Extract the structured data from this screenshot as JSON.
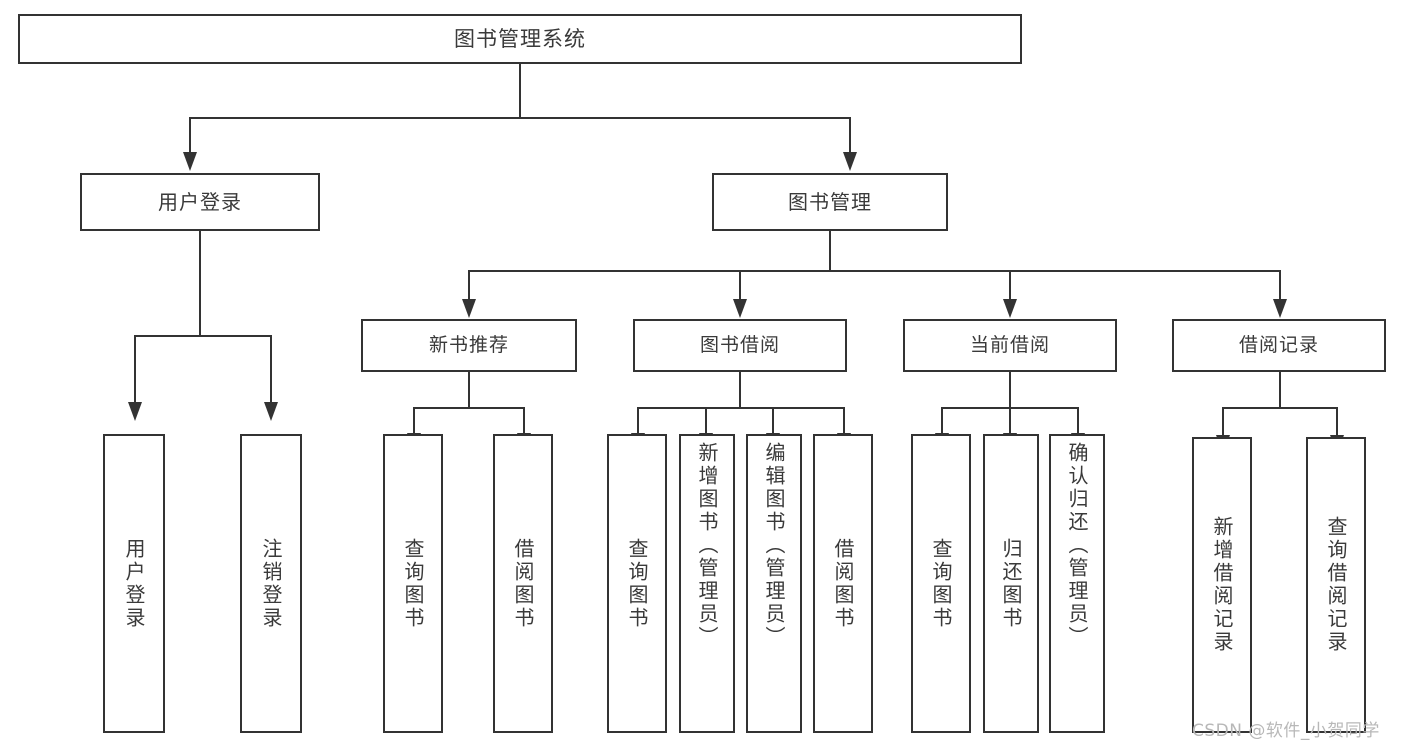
{
  "diagram": {
    "title": "图书管理系统",
    "type": "functional-structure-tree"
  },
  "root": {
    "label": "图书管理系统"
  },
  "level2": [
    {
      "label": "用户登录"
    },
    {
      "label": "图书管理"
    }
  ],
  "level3": [
    {
      "label": "新书推荐"
    },
    {
      "label": "图书借阅"
    },
    {
      "label": "当前借阅"
    },
    {
      "label": "借阅记录"
    }
  ],
  "leaves": {
    "user_login": [
      {
        "label": "用户登录"
      },
      {
        "label": "注销登录"
      }
    ],
    "new_book_recommend": [
      {
        "label": "查询图书"
      },
      {
        "label": "借阅图书"
      }
    ],
    "book_borrow": [
      {
        "label": "查询图书"
      },
      {
        "label": "新增图书（管理员）"
      },
      {
        "label": "编辑图书（管理员）"
      },
      {
        "label": "借阅图书"
      }
    ],
    "current_borrow": [
      {
        "label": "查询图书"
      },
      {
        "label": "归还图书"
      },
      {
        "label": "确认归还（管理员）"
      }
    ],
    "borrow_record": [
      {
        "label": "新增借阅记录"
      },
      {
        "label": "查询借阅记录"
      }
    ]
  },
  "watermark": {
    "text": "CSDN @软件_小贺同学"
  },
  "colors": {
    "stroke": "#333333",
    "text": "#3a3a3a",
    "background": "#ffffff",
    "watermark": "#b8b8b8"
  }
}
